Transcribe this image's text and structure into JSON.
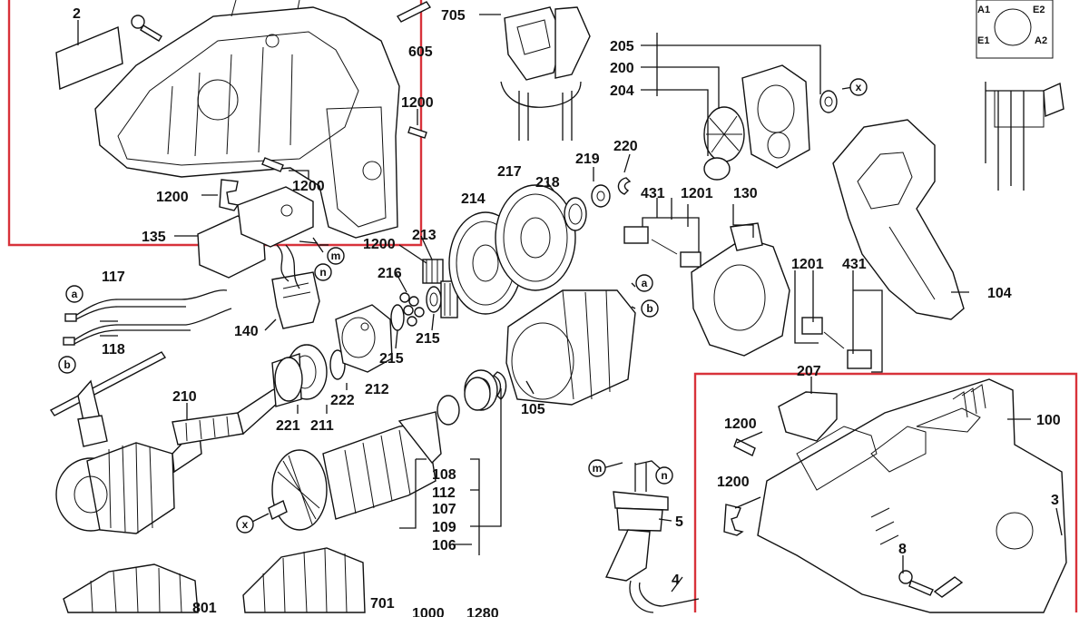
{
  "highlight_color": "#d8323a",
  "line_color": "#111111",
  "callouts": {
    "c2": "2",
    "c605": "605",
    "c705": "705",
    "c205": "205",
    "c200": "200",
    "c204": "204",
    "c1200_a": "1200",
    "c1200_b": "1200",
    "c1200_c": "1200",
    "c1200_d": "1200",
    "c1200_e": "1200",
    "c1200_f": "1200",
    "c135": "135",
    "c117": "117",
    "c118": "118",
    "c140": "140",
    "c213": "213",
    "c214": "214",
    "c217": "217",
    "c218": "218",
    "c219": "219",
    "c220": "220",
    "c216": "216",
    "c215_a": "215",
    "c215_b": "215",
    "c210": "210",
    "c221": "221",
    "c211": "211",
    "c222": "222",
    "c212": "212",
    "c105": "105",
    "c431_a": "431",
    "c1201_a": "1201",
    "c130": "130",
    "c1201_b": "1201",
    "c431_b": "431",
    "c104": "104",
    "c207": "207",
    "c100": "100",
    "c3": "3",
    "c8": "8",
    "c108": "108",
    "c112": "112",
    "c107": "107",
    "c109": "109",
    "c106": "106",
    "c5": "5",
    "c4": "4",
    "c801": "801",
    "c701": "701",
    "c1000": "1000",
    "c1280": "1280"
  },
  "markers": {
    "a": "a",
    "b": "b",
    "m": "m",
    "n": "n",
    "x": "x"
  },
  "wiring": {
    "a1": "A1",
    "e2": "E2",
    "e1": "E1",
    "a2": "A2"
  }
}
